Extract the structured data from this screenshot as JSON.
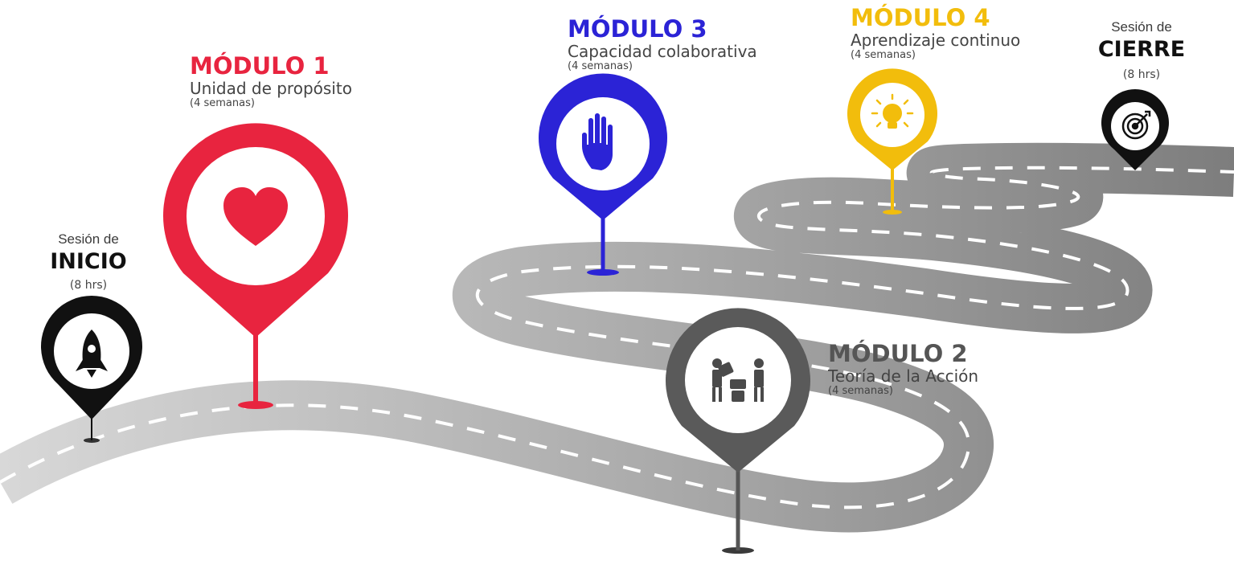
{
  "inicio": {
    "pre": "Sesión de",
    "title": "INICIO",
    "duration": "(8 hrs)"
  },
  "modules": [
    {
      "title": "MÓDULO 1",
      "subtitle": "Unidad de propósito",
      "duration": "(4 semanas)",
      "color": "#e8243f",
      "icon": "heart-icon"
    },
    {
      "title": "MÓDULO 2",
      "subtitle": "Teoría de la Acción",
      "duration": "(4 semanas)",
      "color": "#5a5a5a",
      "icon": "teamwork-icon"
    },
    {
      "title": "MÓDULO 3",
      "subtitle": "Capacidad colaborativa",
      "duration": "(4 semanas)",
      "color": "#2b23d6",
      "icon": "hand-icon"
    },
    {
      "title": "MÓDULO 4",
      "subtitle": "Aprendizaje continuo",
      "duration": "(4 semanas)",
      "color": "#f2bd0c",
      "icon": "lightbulb-icon"
    }
  ],
  "cierre": {
    "pre": "Sesión de",
    "title": "CIERRE",
    "duration": "(8 hrs)"
  },
  "colors": {
    "road": "#8f8f8f",
    "road_light": "#cfcfcf",
    "pin_black": "#111111"
  },
  "icons": {
    "inicio": "rocket-icon",
    "cierre": "target-icon"
  }
}
